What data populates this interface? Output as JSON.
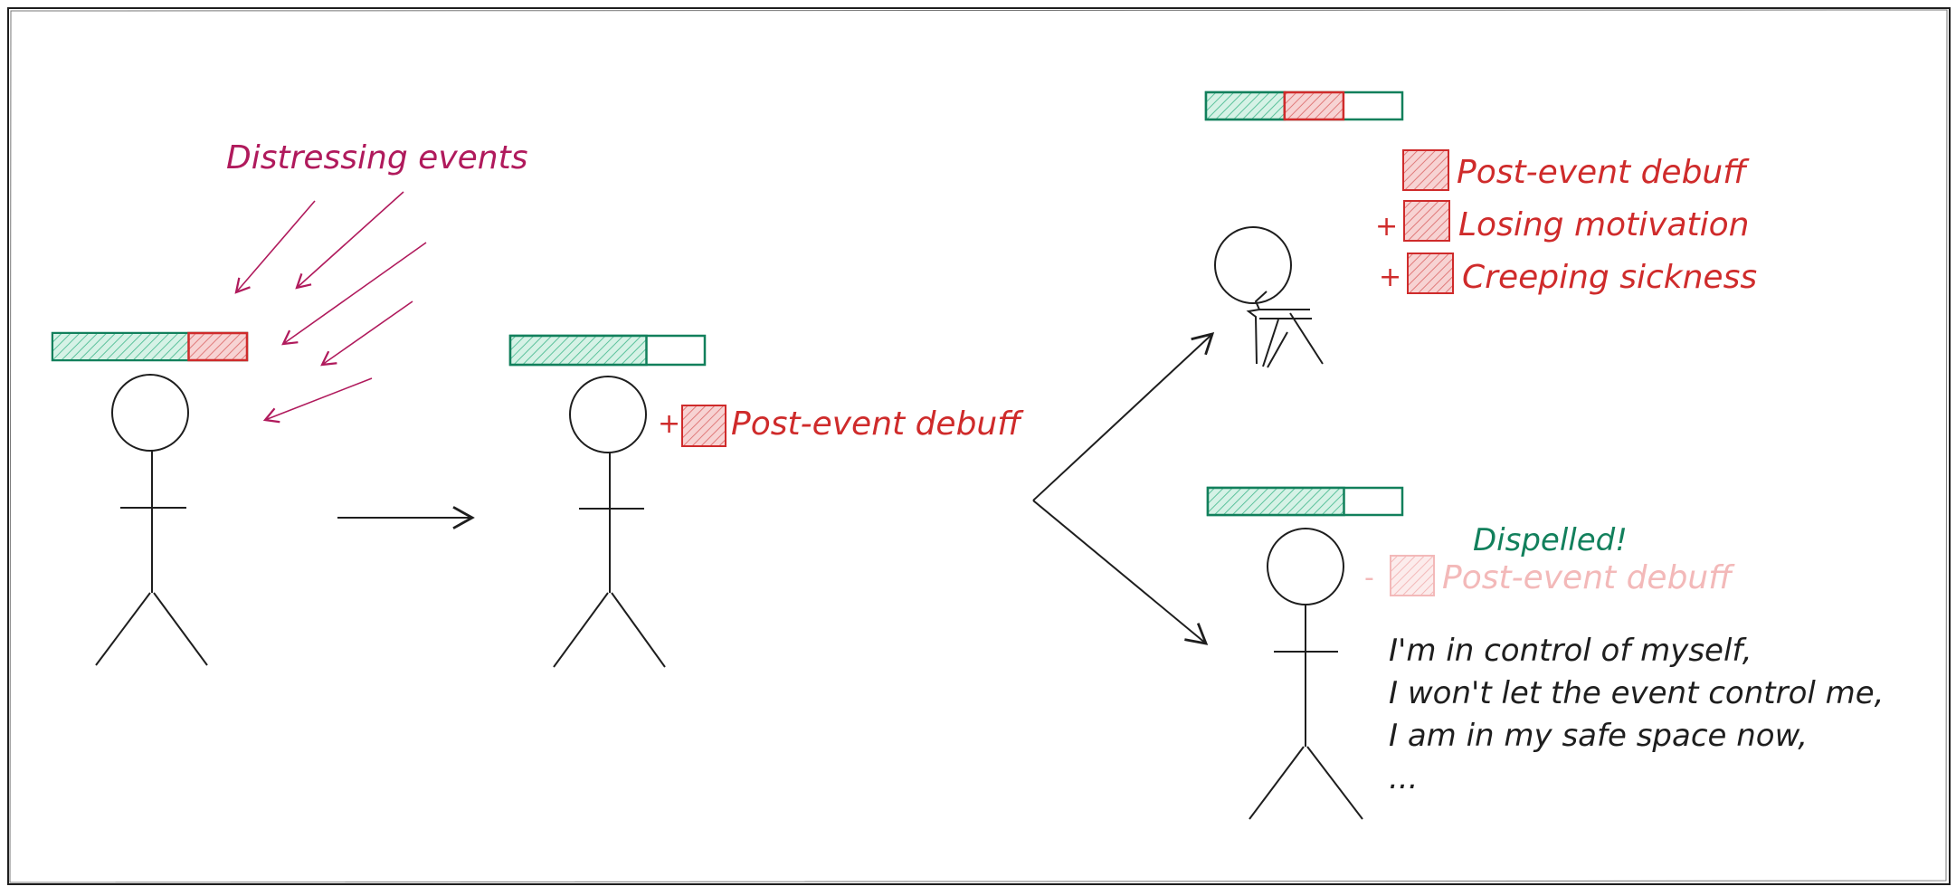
{
  "colors": {
    "ink": "#1e1e1e",
    "event_magenta": "#b01a5c",
    "debuff_red": "#cf2b2b",
    "debuff_fill": "#f2b6b6",
    "health_green": "#12805c",
    "health_fill": "#b2e5cf",
    "faded_red": "#f3b9b9"
  },
  "icons": {
    "event_arrows": "arrow-icon",
    "flow_arrows": "arrow-icon",
    "debuff_square": "debuff-icon",
    "health_bar": "health-bar-icon",
    "stick_figure": "person-icon"
  },
  "figures": {
    "initial": {
      "health_level": 0.7,
      "pending_debuff_level": 0.3,
      "events_label": "Distressing events"
    },
    "afflicted": {
      "health_level": 0.7,
      "plus_sign": "+",
      "debuff_label": "Post-event debuff"
    },
    "worsened": {
      "health_level": 0.4,
      "debuff_level": 0.3,
      "debuffs": [
        {
          "sign": "",
          "label": "Post-event debuff"
        },
        {
          "sign": "+",
          "label": "Losing motivation"
        },
        {
          "sign": "+",
          "label": "Creeping sickness"
        }
      ]
    },
    "recovered": {
      "health_level": 0.7,
      "dispelled_label": "Dispelled!",
      "minus_sign": "-",
      "removed_debuff_label": "Post-event debuff",
      "affirmations": [
        "I'm in control of myself,",
        "I won't let the event control me,",
        "I am in my safe space now,",
        "..."
      ]
    }
  }
}
